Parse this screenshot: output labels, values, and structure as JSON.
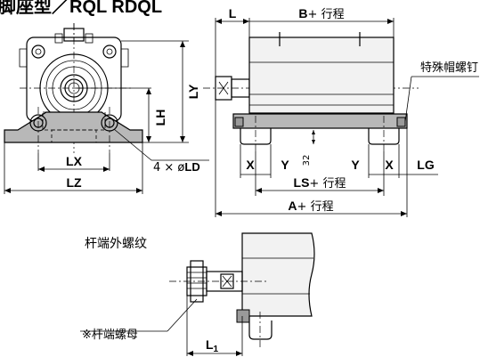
{
  "title": "脚座型／RQL RDQL",
  "front_view": {
    "dim_lx": "LX",
    "dim_lz": "LZ",
    "dim_lh": "LH",
    "dim_ly": "LY",
    "mount_hole_prefix": "4 × ø",
    "mount_hole_bold": "LD"
  },
  "side_view": {
    "dim_l": "L",
    "dim_b": "B",
    "dim_b_suffix": "+ 行程",
    "special_screw": "特殊帽螺钉",
    "dim_x_left": "X",
    "dim_y_left": "Y",
    "dim_32": "32",
    "dim_y_right": "Y",
    "dim_x_right": "X",
    "dim_lg": "LG",
    "dim_ls": "LS",
    "dim_ls_suffix": "+ 行程",
    "dim_a": "A",
    "dim_a_suffix": "+ 行程"
  },
  "detail_view": {
    "heading": "杆端外螺纹",
    "nut_label": "※杆端螺母",
    "dim_l1_main": "L",
    "dim_l1_sub": "1"
  }
}
